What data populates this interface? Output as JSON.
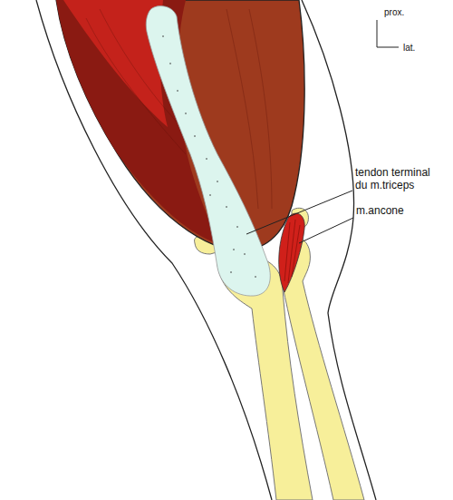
{
  "diagram": {
    "labels": [
      "prox.",
      "lat.",
      "tendon terminal du m.triceps",
      "m.ancone"
    ]
  }
}
